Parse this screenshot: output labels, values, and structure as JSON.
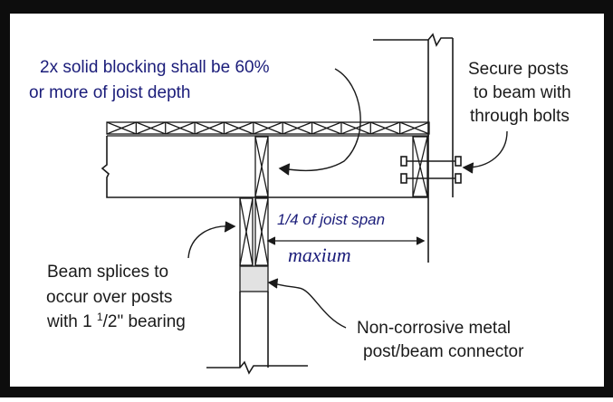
{
  "labels": {
    "blocking_line1": "2x solid blocking shall be 60%",
    "blocking_line2": "or more of joist depth",
    "secure_line1": "Secure posts",
    "secure_line2": "to beam with",
    "secure_line3": "through bolts",
    "span_label": "1/4 of  joist span",
    "span_max": "maxium",
    "splice_line1": "Beam splices to",
    "splice_line2": "occur over posts",
    "splice_line3_prefix": "with 1 ",
    "splice_line3_sup": "1",
    "splice_line3_frac": "/2\" bearing",
    "connector_line1": "Non-corrosive metal",
    "connector_line2": "post/beam connector"
  },
  "colors": {
    "frame": "#0d0d0d",
    "panel": "#ffffff",
    "line": "#1a1a1a",
    "blue_text": "#1b1d7a",
    "connector_fill": "#e2e2e2"
  }
}
